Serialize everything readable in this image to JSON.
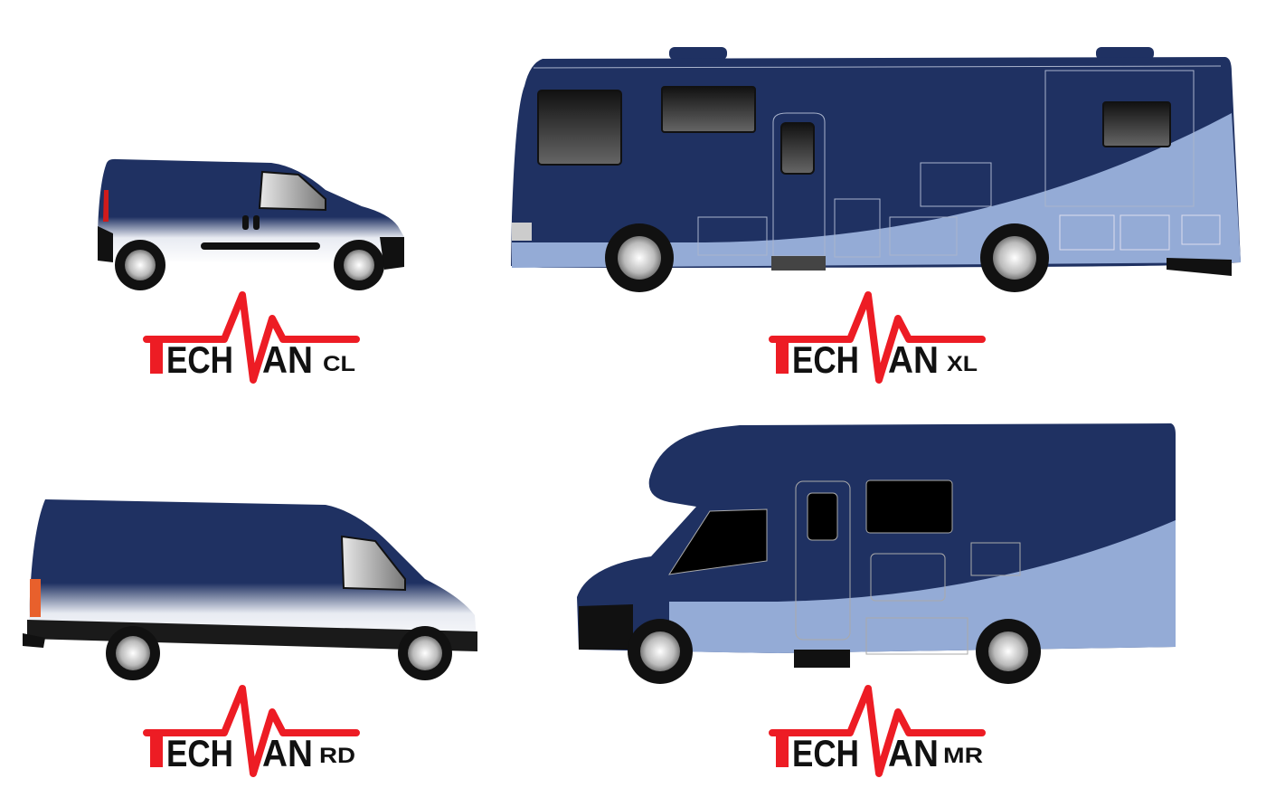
{
  "brand": {
    "letters_1": "ECH",
    "letters_2": "AN",
    "wordmark": "TECHVAN"
  },
  "logos": [
    {
      "model": "CL"
    },
    {
      "model": "XL"
    },
    {
      "model": "RD"
    },
    {
      "model": "MR"
    }
  ],
  "colors": {
    "navy": "#1f3162",
    "light_blue": "#94abd6",
    "logo_red": "#ed1c24",
    "logo_black": "#111111"
  }
}
